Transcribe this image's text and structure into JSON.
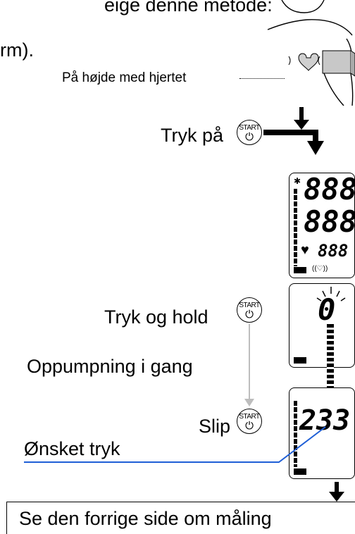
{
  "top_text": {
    "line1_fragment": "eige denne metode:",
    "line2_fragment": "rm)."
  },
  "position_label": "På højde med hjertet",
  "steps": {
    "press": "Tryk på",
    "press_hold": "Tryk og hold",
    "inflating": "Oppumpning i gang",
    "release": "Slip",
    "desired_pressure": "Ønsket tryk"
  },
  "start_button": {
    "label": "START",
    "symbol": "⏻"
  },
  "display": {
    "all_segments": [
      "888",
      "888",
      "888"
    ],
    "zero": "0",
    "target_value": "233"
  },
  "footer_note": "Se den forrige side om måling",
  "colors": {
    "callout_line": "#1f5fd6",
    "guide_line": "#bdbdbd",
    "ink": "#000000"
  }
}
